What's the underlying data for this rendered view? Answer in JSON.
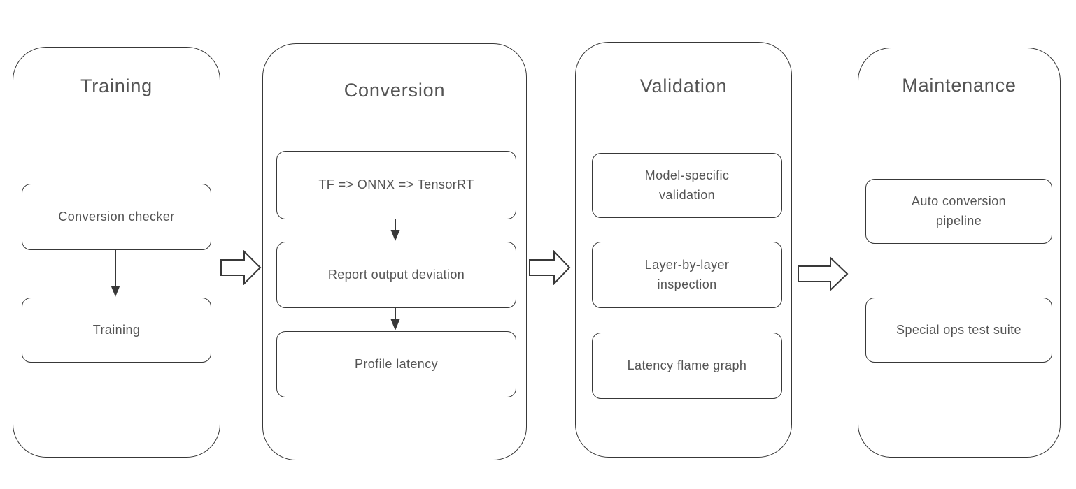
{
  "colors": {
    "border": "#383838",
    "text": "#545454",
    "background": "#ffffff"
  },
  "columns": [
    {
      "title": "Training",
      "boxes": [
        "Conversion checker",
        "Training"
      ]
    },
    {
      "title": "Conversion",
      "boxes": [
        "TF => ONNX => TensorRT",
        "Report output deviation",
        "Profile latency"
      ]
    },
    {
      "title": "Validation",
      "boxes": [
        "Model-specific validation",
        "Layer-by-layer inspection",
        "Latency flame graph"
      ]
    },
    {
      "title": "Maintenance",
      "boxes": [
        "Auto conversion pipeline",
        "Special ops test suite"
      ]
    }
  ]
}
